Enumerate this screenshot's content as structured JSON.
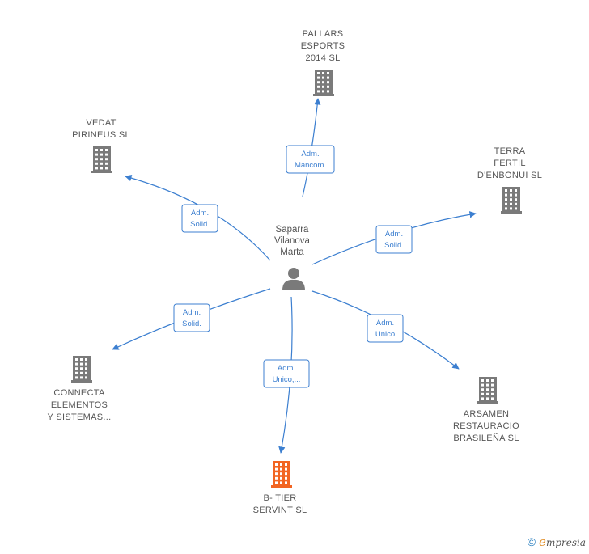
{
  "center": {
    "name_lines": [
      "Saparra",
      "Vilanova",
      "Marta"
    ],
    "icon": "person-icon"
  },
  "companies": [
    {
      "id": "pallars",
      "lines": [
        "PALLARS",
        "ESPORTS",
        "2014  SL"
      ],
      "role_lines": [
        "Adm.",
        "Mancom."
      ],
      "highlight": false
    },
    {
      "id": "vedat",
      "lines": [
        "VEDAT",
        "PIRINEUS  SL"
      ],
      "role_lines": [
        "Adm.",
        "Solid."
      ],
      "highlight": false
    },
    {
      "id": "terra",
      "lines": [
        "TERRA",
        "FERTIL",
        "D'ENBONUI  SL"
      ],
      "role_lines": [
        "Adm.",
        "Solid."
      ],
      "highlight": false
    },
    {
      "id": "connecta",
      "lines": [
        "CONNECTA",
        "ELEMENTOS",
        "Y SISTEMAS..."
      ],
      "role_lines": [
        "Adm.",
        "Solid."
      ],
      "highlight": false
    },
    {
      "id": "arsamen",
      "lines": [
        "ARSAMEN",
        "RESTAURACIO",
        "BRASILEÑA SL"
      ],
      "role_lines": [
        "Adm.",
        "Unico"
      ],
      "highlight": false
    },
    {
      "id": "btier",
      "lines": [
        "B- TIER",
        "SERVINT  SL"
      ],
      "role_lines": [
        "Adm.",
        "Unico,..."
      ],
      "highlight": true
    }
  ],
  "colors": {
    "edge": "#3c7fd0",
    "building": "#7a7a7a",
    "building_highlight": "#f26522",
    "person": "#7a7a7a"
  },
  "footer": {
    "copyright_symbol": "©",
    "brand_e": "e",
    "brand_rest": "mpresia"
  }
}
